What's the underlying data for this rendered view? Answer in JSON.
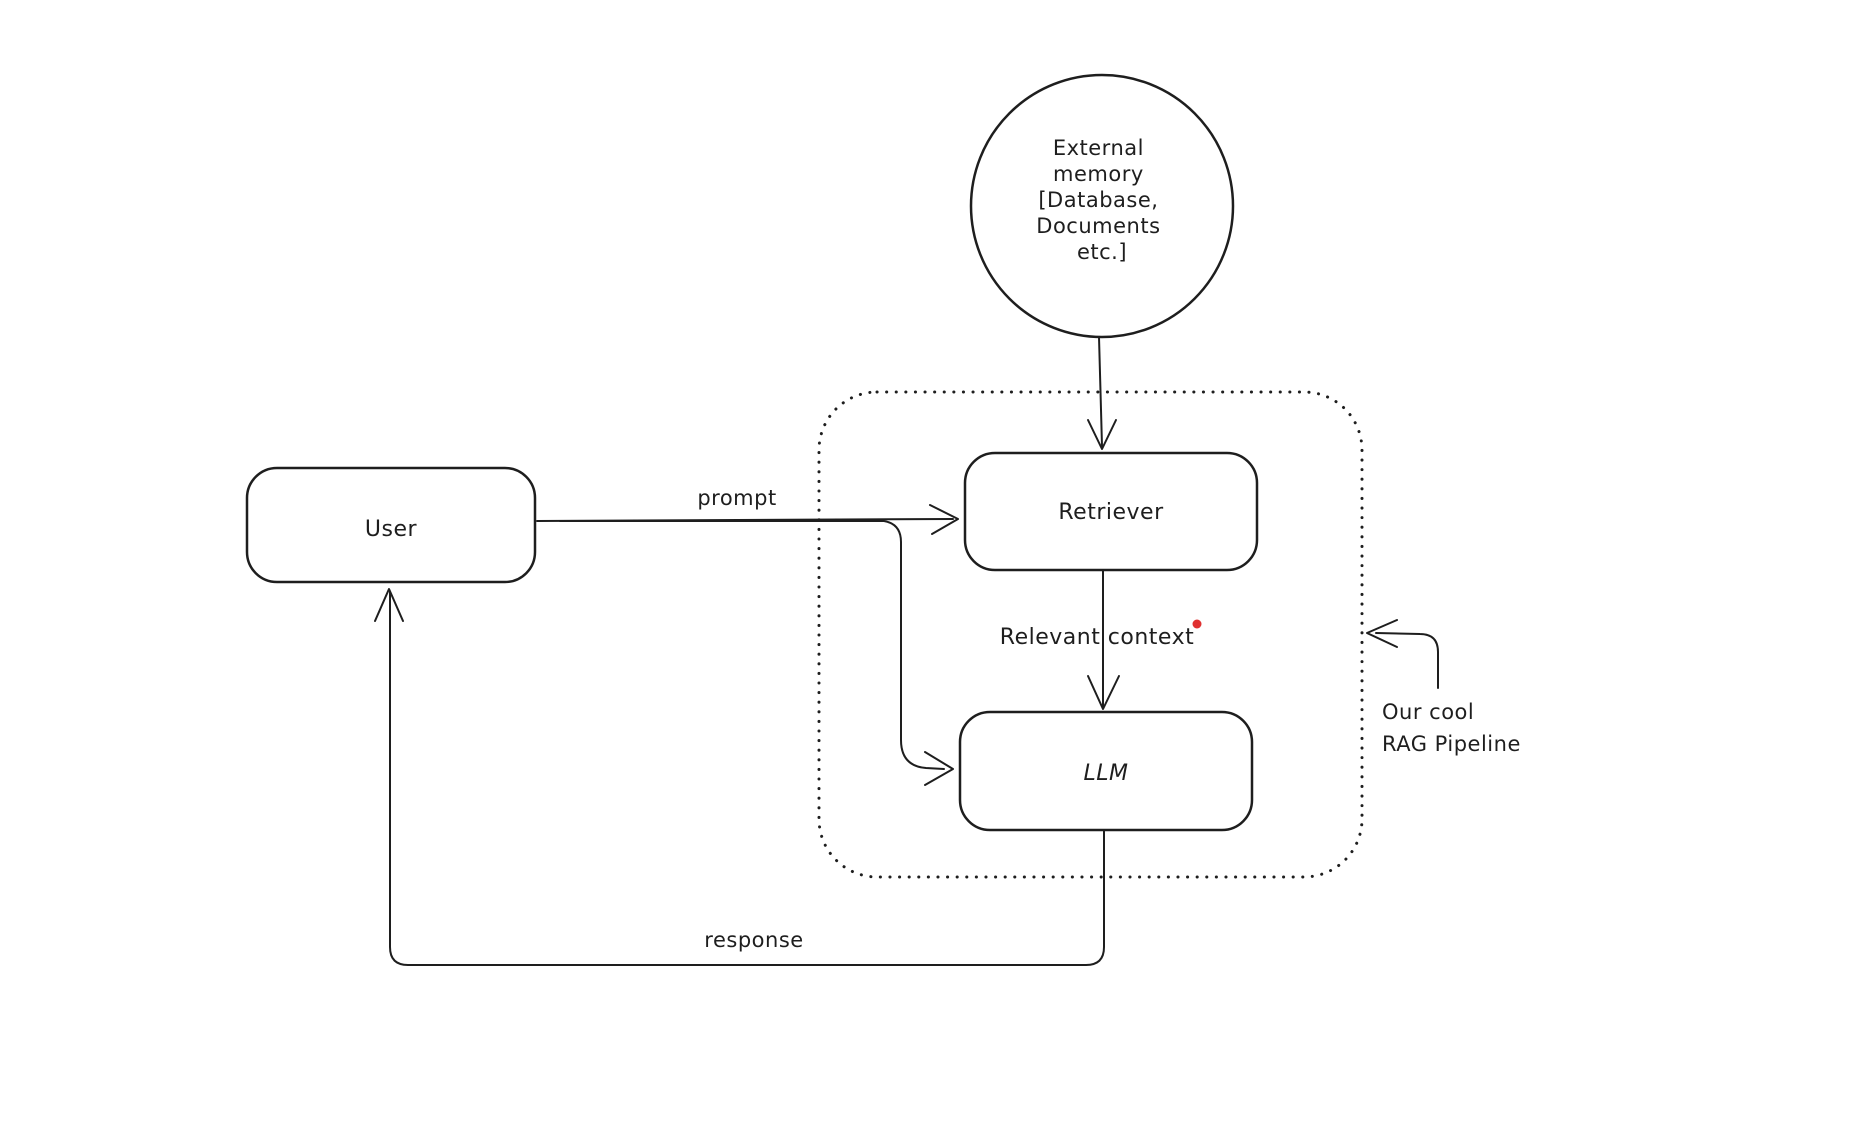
{
  "nodes": {
    "external_memory": {
      "lines": [
        "External",
        "memory",
        "[Database,",
        "Documents",
        "etc.]"
      ]
    },
    "user": {
      "label": "User"
    },
    "retriever": {
      "label": "Retriever"
    },
    "llm": {
      "label": "LLM"
    }
  },
  "edges": {
    "prompt": {
      "label": "prompt"
    },
    "relevant_context": {
      "label": "Relevant context"
    },
    "response": {
      "label": "response"
    }
  },
  "annotations": {
    "pipeline_caption": {
      "lines": [
        "Our cool",
        "RAG Pipeline"
      ]
    }
  },
  "colors": {
    "background": "#ffffff",
    "stroke": "#1e1e1e",
    "external_memory_fill": "#f7e396",
    "user_fill": "#ffc9c9",
    "process_fill": "#a5d8ff",
    "accent_dot": "#e03131"
  }
}
